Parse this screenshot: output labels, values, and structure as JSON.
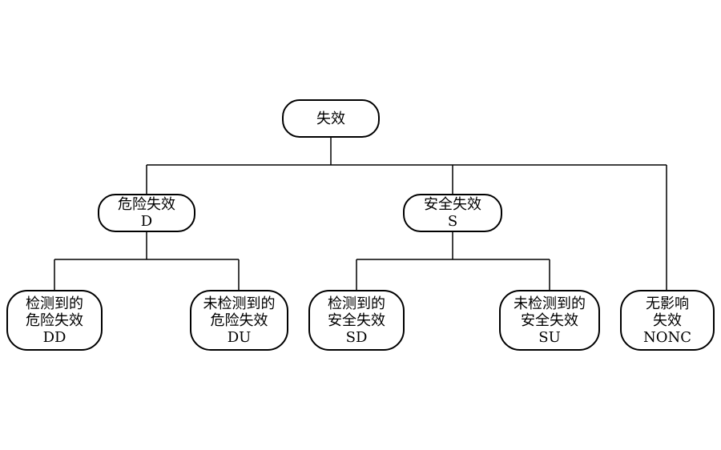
{
  "root": {
    "label": "失效"
  },
  "dangerous": {
    "label": "危险失效",
    "code": "D"
  },
  "safe": {
    "label": "安全失效",
    "code": "S"
  },
  "dd": {
    "line1": "检测到的",
    "line2": "危险失效",
    "code": "DD"
  },
  "du": {
    "line1": "未检测到的",
    "line2": "危险失效",
    "code": "DU"
  },
  "sd": {
    "line1": "检测到的",
    "line2": "安全失效",
    "code": "SD"
  },
  "su": {
    "line1": "未检测到的",
    "line2": "安全失效",
    "code": "SU"
  },
  "nonc": {
    "line1": "无影响",
    "line2": "失效",
    "code": "NONC"
  }
}
